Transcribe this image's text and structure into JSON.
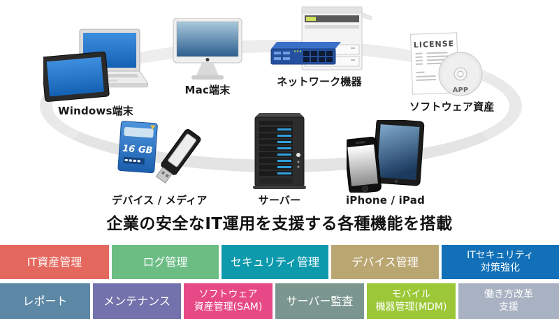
{
  "title": "企業の安全なIT運用を支援する各種機能を搭載",
  "ring_color": "#E9E9E9",
  "devices": [
    {
      "label": "Windows端末",
      "icon": "laptop-and-tablet-icon"
    },
    {
      "label": "Mac端末",
      "icon": "imac-icon"
    },
    {
      "label": "ネットワーク機器",
      "icon": "network-switch-and-printer-icon"
    },
    {
      "label": "ソフトウェア資産",
      "icon": "license-document-and-disc-icon",
      "doc_title": "LICENSE",
      "disc_label": "APP"
    },
    {
      "label": "デバイス / メディア",
      "icon": "sd-card-and-usb-icon",
      "card_label": "16 GB"
    },
    {
      "label": "サーバー",
      "icon": "server-tower-icon"
    },
    {
      "label": "iPhone / iPad",
      "icon": "iphone-and-ipad-icon"
    }
  ],
  "features": {
    "row1": [
      {
        "label": "IT資産管理",
        "color": "#E5685E"
      },
      {
        "label": "ログ管理",
        "color": "#6CBD84"
      },
      {
        "label": "セキュリティ管理",
        "color": "#0D9AAD"
      },
      {
        "label": "デバイス管理",
        "color": "#BAA671"
      },
      {
        "label": "ITセキュリティ\n対策強化",
        "color": "#1170B8"
      }
    ],
    "row2": [
      {
        "label": "レポート",
        "color": "#5C88A6"
      },
      {
        "label": "メンテナンス",
        "color": "#7372AC"
      },
      {
        "label": "ソフトウェア\n資産管理(SAM)",
        "color": "#E74986"
      },
      {
        "label": "サーバー監査",
        "color": "#7B968F"
      },
      {
        "label": "モバイル\n機器管理(MDM)",
        "color": "#9CC838"
      },
      {
        "label": "働き方改革\n支援",
        "color": "#A9B2C3"
      }
    ]
  }
}
